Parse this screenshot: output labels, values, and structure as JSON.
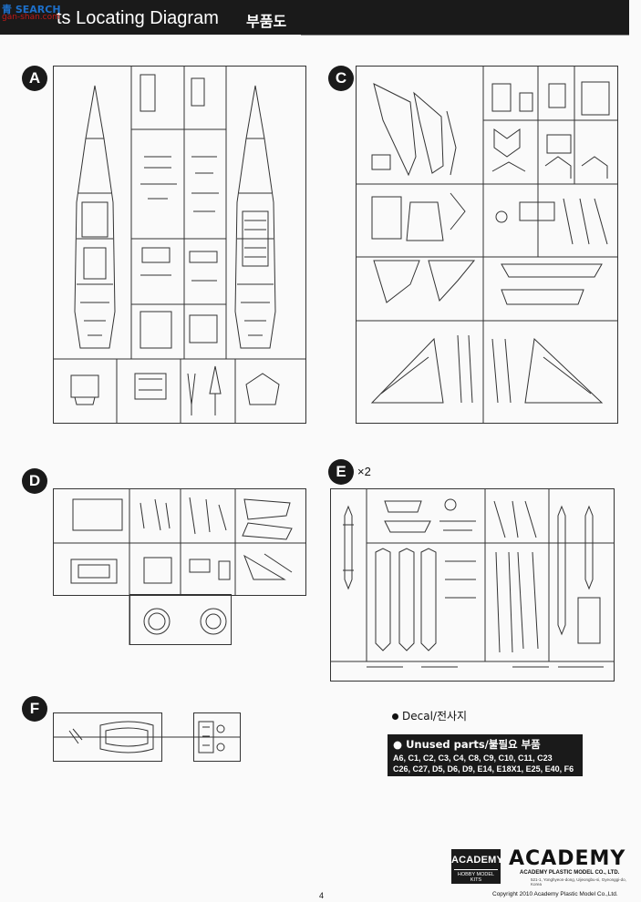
{
  "header": {
    "title": "ts Locating Diagram",
    "title_kr": "부품도"
  },
  "watermark": {
    "line1": "青 SEARCH",
    "line2": "gan-shan.com"
  },
  "sprues": {
    "a": {
      "label": "A"
    },
    "c": {
      "label": "C"
    },
    "d": {
      "label": "D"
    },
    "e": {
      "label": "E",
      "multiplier": "×2"
    },
    "f": {
      "label": "F"
    }
  },
  "legend": {
    "decal": "Decal/전사지",
    "unused_title": "Unused parts/불필요 부품",
    "unused_line1": "A6, C1, C2, C3, C4, C8, C9, C10, C11, C23",
    "unused_line2": "C26, C27, D5, D6, D9, E14, E18X1, E25, E40, F6"
  },
  "branding": {
    "small_logo_top": "ACADEMY",
    "small_logo_bottom": "HOBBY MODEL KITS",
    "big_logo": "ACADEMY",
    "big_logo_sub": "ACADEMY PLASTIC MODEL CO., LTD.",
    "address": "521-1, Yonghyeon-dong, Uijeongbu-si, Gyeonggi-do, Korea",
    "copyright": "Copyright 2010 Academy Plastic Model Co.,Ltd."
  },
  "page_number": "4"
}
